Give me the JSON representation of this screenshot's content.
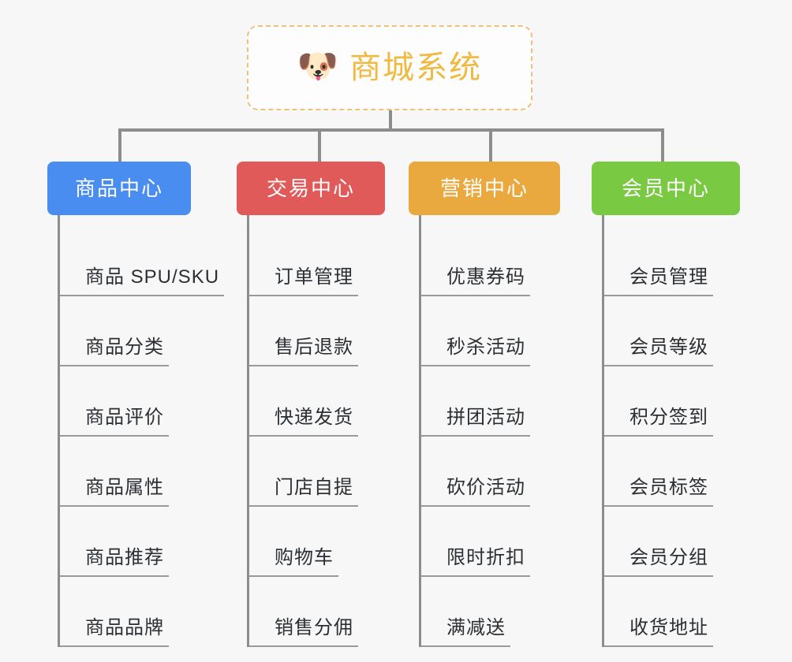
{
  "canvas": {
    "background": "#f7f7f7",
    "connector_color": "#8d8d8d",
    "leaf_text_color": "#2b2f33",
    "leaf_rule_color": "#9a9a9a"
  },
  "root": {
    "icon": "shiba-dog-face-emoji",
    "emoji": "🐶",
    "title": "商城系统",
    "border_color": "#f0c07a",
    "text_color": "#f0b93f",
    "background": "#fdfdfd"
  },
  "branches": [
    {
      "id": "product-center",
      "label": "商品中心",
      "color": "#4a8df0",
      "items": [
        "商品 SPU/SKU",
        "商品分类",
        "商品评价",
        "商品属性",
        "商品推荐",
        "商品品牌"
      ]
    },
    {
      "id": "trade-center",
      "label": "交易中心",
      "color": "#e05a5a",
      "items": [
        "订单管理",
        "售后退款",
        "快递发货",
        "门店自提",
        "购物车",
        "销售分佣"
      ]
    },
    {
      "id": "marketing-center",
      "label": "营销中心",
      "color": "#eaa93f",
      "items": [
        "优惠券码",
        "秒杀活动",
        "拼团活动",
        "砍价活动",
        "限时折扣",
        "满减送"
      ]
    },
    {
      "id": "member-center",
      "label": "会员中心",
      "color": "#7ac943",
      "items": [
        "会员管理",
        "会员等级",
        "积分签到",
        "会员标签",
        "会员分组",
        "收货地址"
      ]
    }
  ]
}
